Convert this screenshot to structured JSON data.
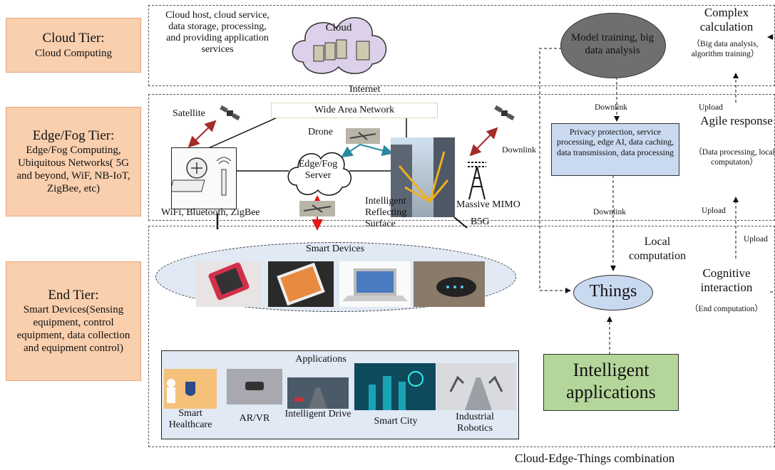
{
  "tiers": {
    "cloud": {
      "title": "Cloud Tier:",
      "sub": "Cloud Computing"
    },
    "edge": {
      "title": "Edge/Fog Tier:",
      "sub": "Edge/Fog Computing, Ubiquitous Networks( 5G and beyond, WiF, NB-IoT, ZigBee, etc)"
    },
    "end": {
      "title": "End Tier:",
      "sub": "Smart Devices(Sensing equipment, control equipment,  data collection and equipment control)"
    }
  },
  "cloud": {
    "desc": "Cloud host, cloud service, data storage, processing, and providing application services",
    "cloud_label": "Cloud",
    "internet": "Internet"
  },
  "edge": {
    "wan": "Wide Area Network",
    "satellite": "Satellite",
    "drone": "Drone",
    "server": "Edge/Fog Server",
    "irs": "Intelligent Reflecting Surface",
    "mimo": "Massive MIMO",
    "b5g": "B5G",
    "wifi": "WiFi, Bluetooth, ZigBee",
    "downlink": "Downlink"
  },
  "end": {
    "smart_devices": "Smart Devices",
    "applications_title": "Applications",
    "apps": [
      "Smart Healthcare",
      "AR/VR",
      "Intelligent Drive",
      "Smart City",
      "Industrial Robotics"
    ]
  },
  "right": {
    "model": "Model training, big data analysis",
    "complex_title": "Complex calculation",
    "complex_sub": "（Big data analysis, algorithm training）",
    "downlink1": "Downlink",
    "upload1": "Upload",
    "edge_box": "Privacy protection, service processing, edge AI, data caching, data transmission, data processing",
    "agile_title": "Agile response",
    "agile_sub": "（Data processing, local computaton）",
    "downlink2": "Downlink",
    "upload2": "Upload",
    "upload3": "Upload",
    "local": "Local computation",
    "things": "Things",
    "cognitive_title": "Cognitive interaction",
    "cognitive_sub": "（End computation）",
    "intelligent": "Intelligent applications",
    "footer": "Cloud-Edge-Things combination"
  },
  "colors": {
    "tier": "#f9cfae",
    "edge_box": "#c9d9ef",
    "things": "#c9d9ef",
    "intelligent": "#b5d69a",
    "model": "#6f6f6f"
  }
}
